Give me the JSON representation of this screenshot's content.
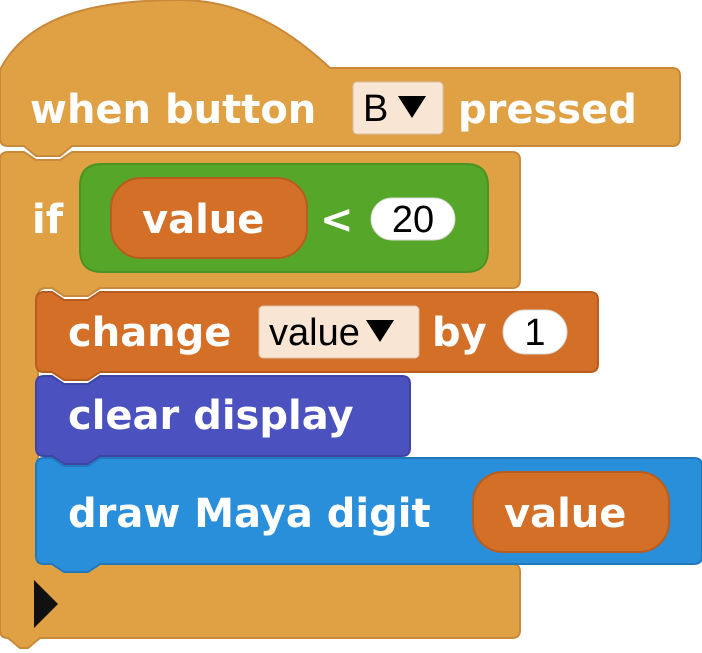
{
  "hat_block": {
    "label_before": "when button",
    "button_dropdown_value": "B",
    "label_after": "pressed",
    "color": "#E0A044"
  },
  "if_block": {
    "label": "if",
    "color": "#E0A044",
    "condition": {
      "color": "#55A629",
      "left_variable": "value",
      "operator": "<",
      "right_value": "20"
    }
  },
  "change_block": {
    "label": "change",
    "variable_dropdown_value": "value",
    "by_label": "by",
    "amount": "1",
    "color": "#D46F28"
  },
  "clear_block": {
    "label": "clear display",
    "color": "#4B52C0"
  },
  "draw_block": {
    "label": "draw Maya digit",
    "argument_variable": "value",
    "color": "#2A8FDB"
  },
  "colors": {
    "variable_reporter": "#D46F28",
    "dropdown_field": "#F8E5D3"
  }
}
